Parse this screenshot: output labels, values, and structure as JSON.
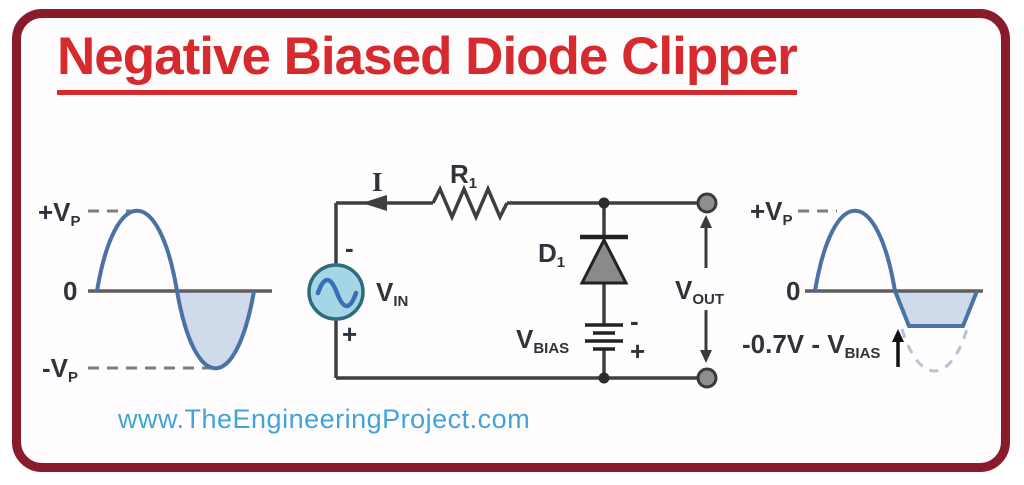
{
  "title": "Negative Biased Diode Clipper",
  "website": "www.TheEngineeringProject.com",
  "colors": {
    "frame_border": "#8a1b2b",
    "title_red": "#d62a2e",
    "website_blue": "#41a4d9",
    "waveform_stroke": "#4a72a4",
    "waveform_fill": "#cfdaeb",
    "wire_gray": "#3f3f3f",
    "diode_fill": "#8a8a8a",
    "source_fill": "#a5d6e6",
    "source_stroke": "#2b6b7c"
  },
  "input_waveform": {
    "pos_peak": "+V",
    "pos_peak_sub": "P",
    "zero": "0",
    "neg_peak": "-V",
    "neg_peak_sub": "P"
  },
  "circuit": {
    "current": "I",
    "resistor": "R",
    "resistor_sub": "1",
    "source_minus": "-",
    "source_plus": "+",
    "source": "V",
    "source_sub": "IN",
    "diode": "D",
    "diode_sub": "1",
    "bias": "V",
    "bias_sub": "BIAS",
    "battery_minus": "-",
    "battery_plus": "+",
    "output": "V",
    "output_sub": "OUT"
  },
  "output_waveform": {
    "pos_peak": "+V",
    "pos_peak_sub": "P",
    "zero": "0",
    "clip_label": "-0.7V - V",
    "clip_label_sub": "BIAS"
  }
}
